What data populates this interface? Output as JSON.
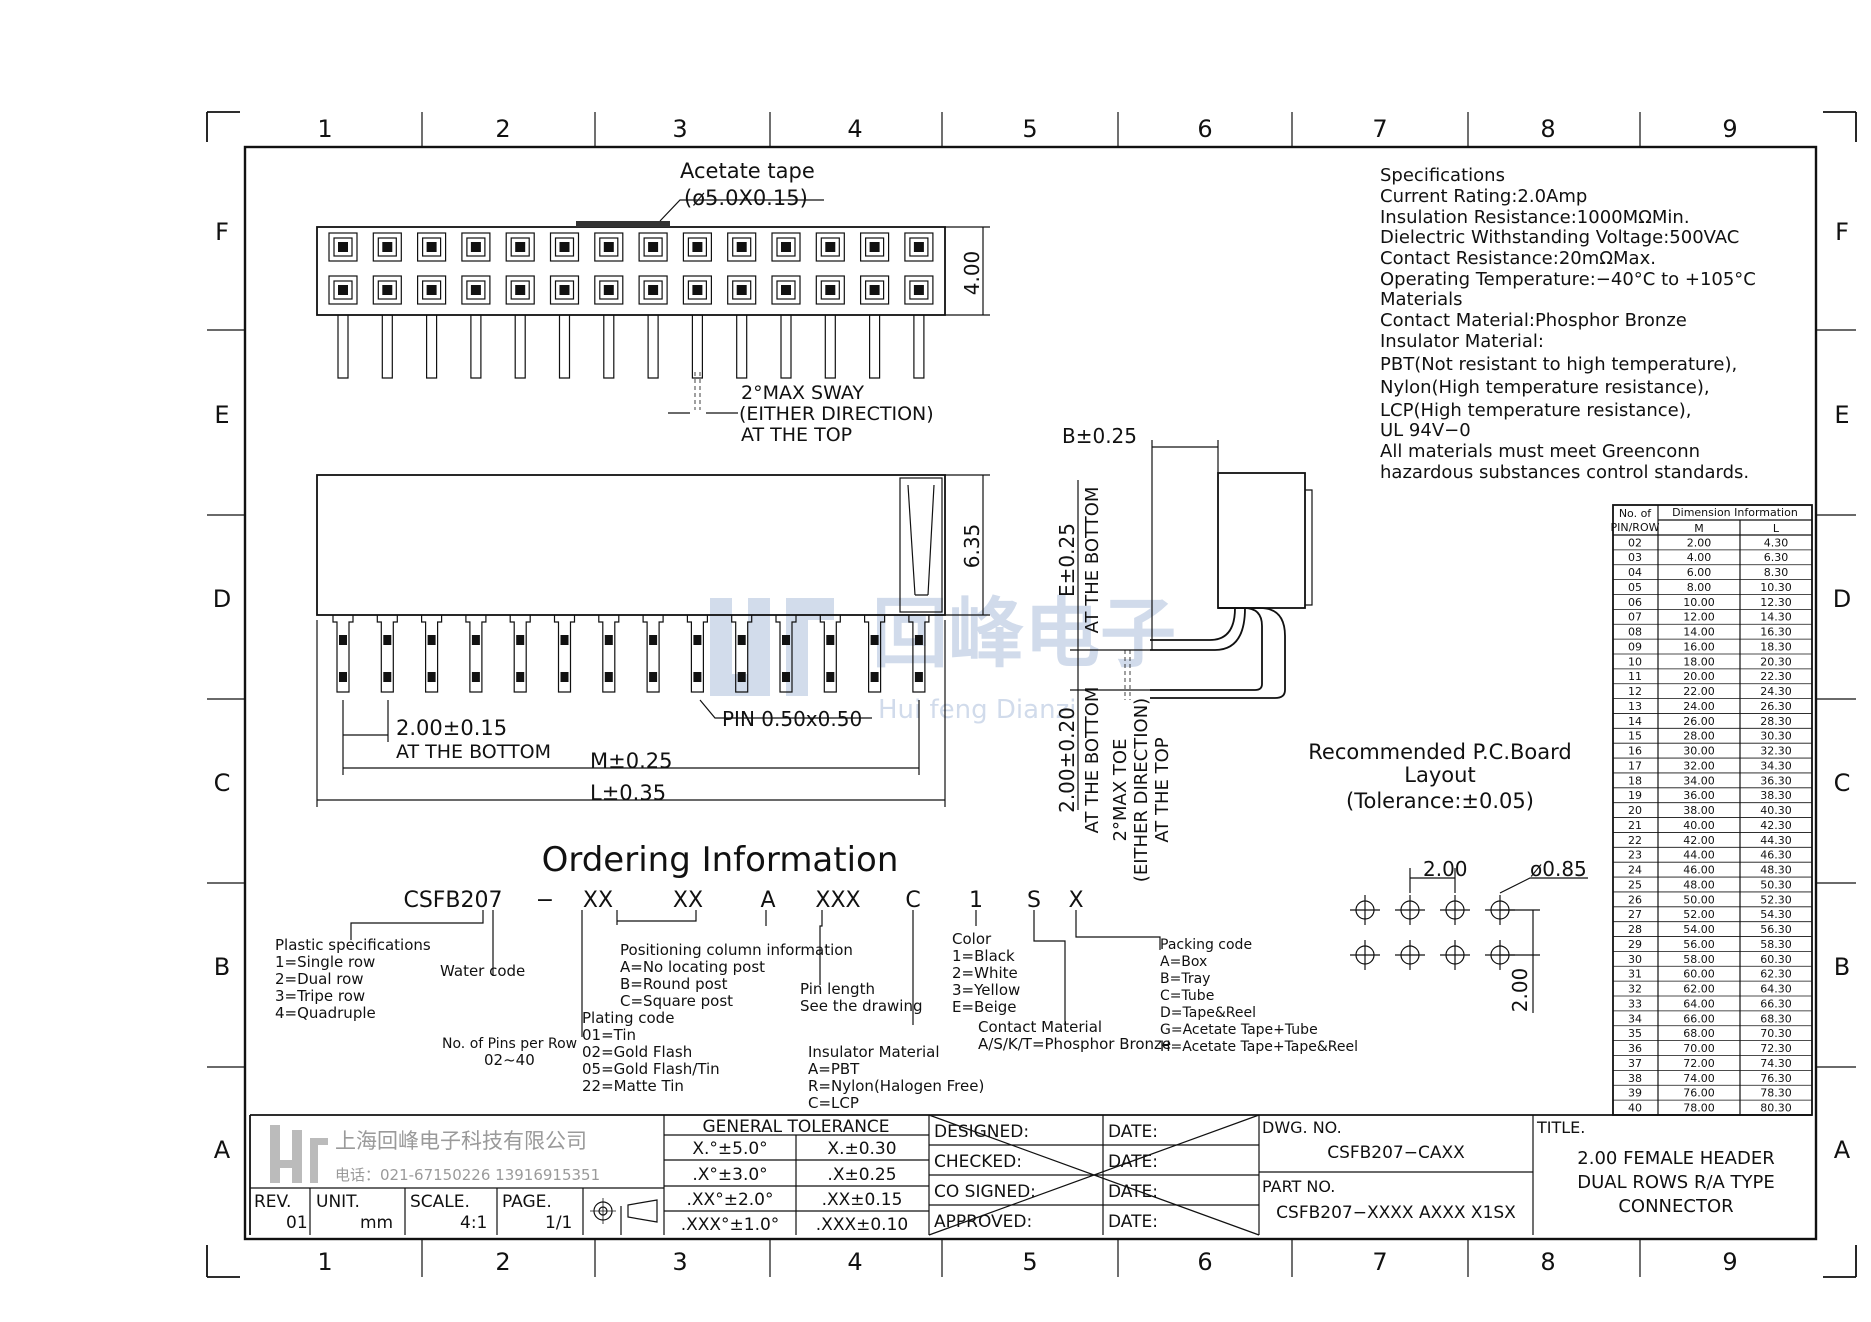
{
  "frame": {
    "columns": [
      "1",
      "2",
      "3",
      "4",
      "5",
      "6",
      "7",
      "8",
      "9"
    ],
    "rows": [
      "F",
      "E",
      "D",
      "C",
      "B",
      "A"
    ]
  },
  "top_view": {
    "tape_label": "Acetate tape",
    "tape_dim": "(ø5.0X0.15)",
    "height_dim": "4.00",
    "sway_lines": [
      "2°MAX SWAY",
      "(EITHER DIRECTION)",
      "AT THE TOP"
    ]
  },
  "side_view": {
    "height_dim": "6.35",
    "pin_label": "PIN 0.50x0.50",
    "pitch_dim": "2.00±0.15",
    "pitch_note": "AT THE BOTTOM",
    "m_dim": "M±0.25",
    "l_dim": "L±0.35"
  },
  "ra_view": {
    "b_dim": "B±0.25",
    "e_dim": "E±0.25",
    "e_note": "AT THE BOTTOM",
    "pitch_dim": "2.00±0.20",
    "pitch_note": "AT THE BOTTOM",
    "toe_lines": [
      "2°MAX TOE",
      "(EITHER DIRECTION)",
      "AT THE TOP"
    ]
  },
  "watermark": {
    "chinese": "回峰电子",
    "english": "Hui feng Dianzi"
  },
  "specifications": [
    "Specifications",
    "Current  Rating:2.0Amp",
    "Insulation  Resistance:1000MΩMin.",
    "Dielectric  Withstanding  Voltage:500VAC",
    "Contact  Resistance:20mΩMax.",
    "Operating  Temperature:−40°C  to  +105°C",
    "Materials",
    "Contact  Material:Phosphor Bronze",
    "Insulator  Material:",
    "PBT(Not  resistant  to  high  temperature),",
    "Nylon(High  temperature  resistance),",
    "LCP(High  temperature  resistance),",
    "UL  94V−0",
    "All  materials  must  meet  Greenconn",
    "hazardous  substances  control  standards."
  ],
  "dimension_table": {
    "header_left": [
      "No. of",
      "PIN/ROW"
    ],
    "header_right": "Dimension Information",
    "col_m": "M",
    "col_l": "L",
    "rows": [
      [
        "02",
        "2.00",
        "4.30"
      ],
      [
        "03",
        "4.00",
        "6.30"
      ],
      [
        "04",
        "6.00",
        "8.30"
      ],
      [
        "05",
        "8.00",
        "10.30"
      ],
      [
        "06",
        "10.00",
        "12.30"
      ],
      [
        "07",
        "12.00",
        "14.30"
      ],
      [
        "08",
        "14.00",
        "16.30"
      ],
      [
        "09",
        "16.00",
        "18.30"
      ],
      [
        "10",
        "18.00",
        "20.30"
      ],
      [
        "11",
        "20.00",
        "22.30"
      ],
      [
        "12",
        "22.00",
        "24.30"
      ],
      [
        "13",
        "24.00",
        "26.30"
      ],
      [
        "14",
        "26.00",
        "28.30"
      ],
      [
        "15",
        "28.00",
        "30.30"
      ],
      [
        "16",
        "30.00",
        "32.30"
      ],
      [
        "17",
        "32.00",
        "34.30"
      ],
      [
        "18",
        "34.00",
        "36.30"
      ],
      [
        "19",
        "36.00",
        "38.30"
      ],
      [
        "20",
        "38.00",
        "40.30"
      ],
      [
        "21",
        "40.00",
        "42.30"
      ],
      [
        "22",
        "42.00",
        "44.30"
      ],
      [
        "23",
        "44.00",
        "46.30"
      ],
      [
        "24",
        "46.00",
        "48.30"
      ],
      [
        "25",
        "48.00",
        "50.30"
      ],
      [
        "26",
        "50.00",
        "52.30"
      ],
      [
        "27",
        "52.00",
        "54.30"
      ],
      [
        "28",
        "54.00",
        "56.30"
      ],
      [
        "29",
        "56.00",
        "58.30"
      ],
      [
        "30",
        "58.00",
        "60.30"
      ],
      [
        "31",
        "60.00",
        "62.30"
      ],
      [
        "32",
        "62.00",
        "64.30"
      ],
      [
        "33",
        "64.00",
        "66.30"
      ],
      [
        "34",
        "66.00",
        "68.30"
      ],
      [
        "35",
        "68.00",
        "70.30"
      ],
      [
        "36",
        "70.00",
        "72.30"
      ],
      [
        "37",
        "72.00",
        "74.30"
      ],
      [
        "38",
        "74.00",
        "76.30"
      ],
      [
        "39",
        "76.00",
        "78.30"
      ],
      [
        "40",
        "78.00",
        "80.30"
      ]
    ]
  },
  "pcb_layout": {
    "title_lines": [
      "Recommended  P.C.Board",
      "Layout",
      "(Tolerance:±0.05)"
    ],
    "pitch_dim": "2.00",
    "hole_dim": "ø0.85",
    "row_dim": "2.00"
  },
  "ordering": {
    "title": "Ordering  Information",
    "code_parts": [
      "CSFB207",
      "−",
      "XX",
      "XX",
      "A",
      "XXX",
      "C",
      "1",
      "S",
      "X"
    ],
    "plastic": [
      "Plastic  specifications",
      "1=Single  row",
      "2=Dual  row",
      "3=Tripe  row",
      "4=Quadruple"
    ],
    "water": "Water  code",
    "pins": [
      "No. of Pins per Row",
      "02~40"
    ],
    "plating": [
      "Plating  code",
      "01=Tin",
      "02=Gold  Flash",
      "05=Gold  Flash/Tin",
      "22=Matte  Tin"
    ],
    "positioning": [
      "Positioning  column  information",
      "A=No  locating  post",
      "B=Round  post",
      "C=Square  post"
    ],
    "pin_length": [
      "Pin  length",
      "See  the  drawing"
    ],
    "insulator": [
      "Insulator  Material",
      "A=PBT",
      "R=Nylon(Halogen Free)",
      "C=LCP"
    ],
    "color": [
      "Color",
      "1=Black",
      "2=White",
      "3=Yellow",
      "E=Beige"
    ],
    "contact": [
      "Contact  Material",
      "A/S/K/T=Phosphor  Bronze"
    ],
    "packing": [
      "Packing  code",
      "A=Box",
      "B=Tray",
      "C=Tube",
      "D=Tape&Reel",
      "G=Acetate  Tape+Tube",
      "H=Acetate  Tape+Tape&Reel"
    ]
  },
  "title_block": {
    "company": "上海回峰电子科技有限公司",
    "phone": "电话：021-67150226  13916915351",
    "rev_label": "REV.",
    "rev_value": "01",
    "unit_label": "UNIT.",
    "unit_value": "mm",
    "scale_label": "SCALE.",
    "scale_value": "4:1",
    "page_label": "PAGE.",
    "page_value": "1/1",
    "tolerance_title": "GENERAL  TOLERANCE",
    "tolerance_rows": [
      [
        "X.°±5.0°",
        "X.±0.30"
      ],
      [
        ".X°±3.0°",
        ".X±0.25"
      ],
      [
        ".XX°±2.0°",
        ".XX±0.15"
      ],
      [
        ".XXX°±1.0°",
        ".XXX±0.10"
      ]
    ],
    "sign_rows": [
      "DESIGNED:",
      "CHECKED:",
      "CO  SIGNED:",
      "APPROVED:"
    ],
    "date_label": "DATE:",
    "dwg_label": "DWG.  NO.",
    "dwg_value": "CSFB207−CAXX",
    "part_label": "PART  NO.",
    "part_value": "CSFB207−XXXX  AXXX  X1SX",
    "title_label": "TITLE.",
    "title_lines": [
      "2.00 FEMALE HEADER",
      "DUAL ROWS R/A TYPE",
      "CONNECTOR"
    ]
  }
}
